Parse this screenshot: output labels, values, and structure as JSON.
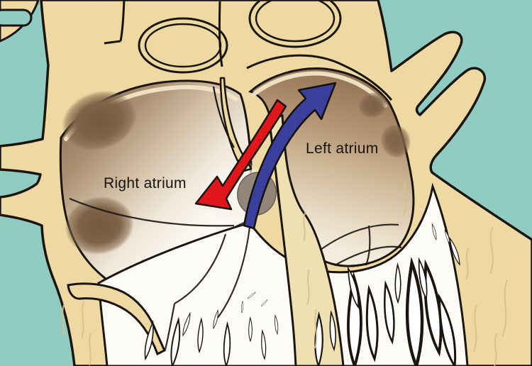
{
  "figure": {
    "title": "Heart cross-section illustration with atrial septal blood-flow arrows",
    "labels": {
      "right_atrium": "Right atrium",
      "left_atrium": "Left atrium"
    },
    "arrows": [
      {
        "name": "red-shunt-arrow",
        "color": "#e1161b",
        "depicts": "flow through atrial septal opening into right atrium, pointing down-left"
      },
      {
        "name": "blue-shunt-arrow",
        "color": "#3a3f9e",
        "depicts": "flow through atrial septal opening into left atrium, pointing up-right"
      }
    ],
    "colors": {
      "background": "#8fcbc0",
      "heart_wall": "#eed9a2",
      "septum_band": "#efe0b2",
      "chamber_white": "#fdfbf6",
      "atrium_shadow_brown": "#8b6f53",
      "arrow_red": "#e1161b",
      "arrow_blue": "#3a3f9e",
      "outline": "#1a1410"
    }
  }
}
